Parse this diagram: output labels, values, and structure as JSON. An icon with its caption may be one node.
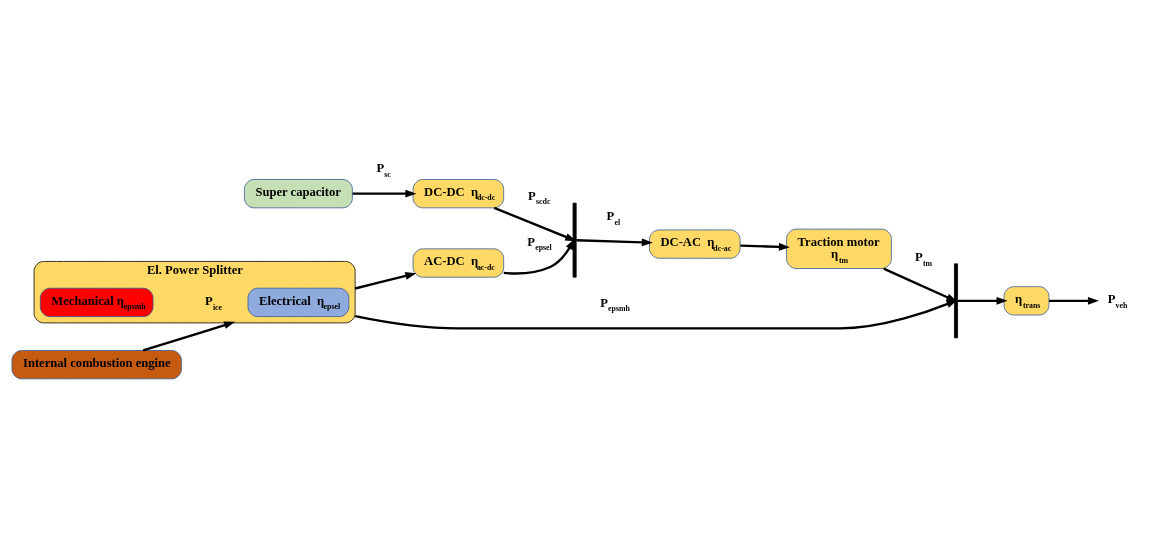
{
  "diagram": {
    "nodes": [
      {
        "text": [
          "Super capacitor"
        ]
      },
      {
        "text": [
          "DC-DC  η$_{dc-dc}$"
        ]
      },
      {
        "text": [],
        "shape": "bar"
      },
      {
        "text": [
          "DC-AC  η$_{dc-ac}$"
        ]
      },
      {
        "text": [
          "AC-DC  η$_{ac-dc}$"
        ]
      },
      {
        "text": [
          "Traction motor",
          "η$_{tm}$"
        ]
      },
      {
        "text": [],
        "shape": "bar"
      },
      {
        "text": [
          "η$_{trans}$"
        ]
      },
      {
        "text": [
          "P$_{veh}$"
        ]
      },
      {
        "text": [
          "Internal combustion engine"
        ]
      },
      {
        "text": [
          "El. Power Splitter"
        ]
      },
      {
        "text": [
          "Electrical  η$_{epsel}$"
        ],
        "in": 10
      },
      {
        "text": [
          "Mechanical η$_{epsmh}$"
        ],
        "in": 10
      }
    ],
    "edges": [
      {
        "from": 0,
        "to": 1,
        "arrow": "to",
        "label": "P$_{sc}$"
      },
      {
        "from": 1,
        "to": 2,
        "arrow": "to",
        "label": "P$_{scdc}$"
      },
      {
        "from": 4,
        "to": 2,
        "arrow": "to",
        "label": "P$_{epsel}$"
      },
      {
        "from": 2,
        "to": 3,
        "arrow": "to",
        "label": "P$_{el}$"
      },
      {
        "from": 3,
        "to": 5,
        "arrow": "to"
      },
      {
        "from": 10,
        "to": 4,
        "arrow": "to"
      },
      {
        "from": 9,
        "to": 10,
        "arrow": "to",
        "label": "P$_{ice}$"
      },
      {
        "from": 5,
        "to": 6,
        "arrow": "to",
        "label": "P$_{tm}$"
      },
      {
        "from": 10,
        "to": 6,
        "arrow": "to",
        "label": "P$_{epsmh}$"
      },
      {
        "from": 6,
        "to": 7,
        "arrow": "to"
      },
      {
        "from": 7,
        "to": 8,
        "arrow": "to"
      }
    ]
  }
}
